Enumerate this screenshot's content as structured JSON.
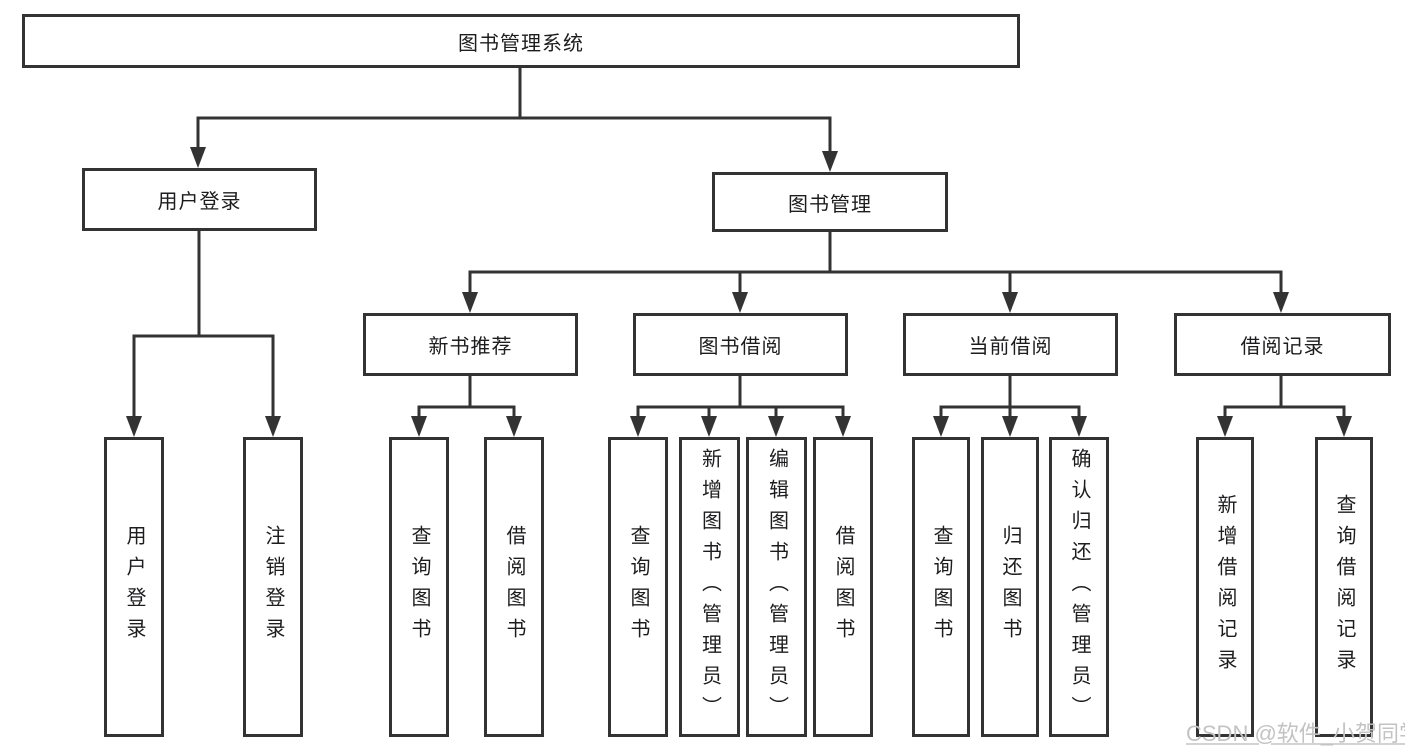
{
  "watermark": "CSDN @软件_小贺同学",
  "colors": {
    "line": "#333333",
    "text": "#1d1d1f",
    "watermark": "#c3c3c3",
    "background": "#ffffff"
  },
  "tree": {
    "root": "图书管理系统",
    "branches": [
      {
        "label": "用户登录",
        "children": [
          "用户登录",
          "注销登录"
        ]
      },
      {
        "label": "图书管理",
        "groups": [
          {
            "label": "新书推荐",
            "children": [
              "查询图书",
              "借阅图书"
            ]
          },
          {
            "label": "图书借阅",
            "children": [
              "查询图书",
              "新增图书（管理员）",
              "编辑图书（管理员）",
              "借阅图书"
            ]
          },
          {
            "label": "当前借阅",
            "children": [
              "查询图书",
              "归还图书",
              "确认归还（管理员）"
            ]
          },
          {
            "label": "借阅记录",
            "children": [
              "新增借阅记录",
              "查询借阅记录"
            ]
          }
        ]
      }
    ]
  }
}
